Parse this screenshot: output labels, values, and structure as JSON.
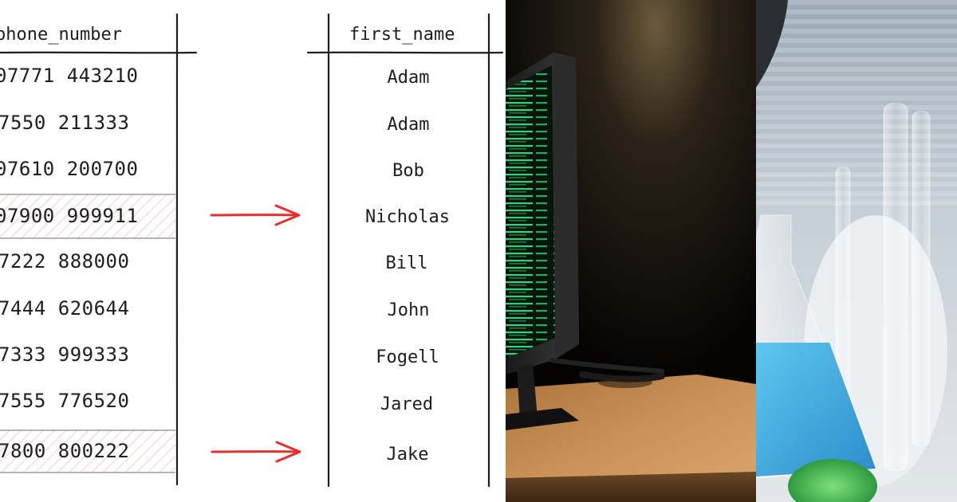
{
  "left_table": {
    "header": "phone_number",
    "rows": [
      {
        "value": "07771 443210",
        "highlighted": false
      },
      {
        "value": "7550 211333",
        "highlighted": false
      },
      {
        "value": "07610 200700",
        "highlighted": false
      },
      {
        "value": "07900 999911",
        "highlighted": true
      },
      {
        "value": "7222 888000",
        "highlighted": false
      },
      {
        "value": "7444 620644",
        "highlighted": false
      },
      {
        "value": "7333 999333",
        "highlighted": false
      },
      {
        "value": "7555 776520",
        "highlighted": false
      },
      {
        "value": "7800 800222",
        "highlighted": true
      }
    ]
  },
  "right_table": {
    "header": "first_name",
    "rows": [
      "Adam",
      "Adam",
      "Bob",
      "Nicholas",
      "Bill",
      "John",
      "Fogell",
      "Jared",
      "Jake"
    ]
  },
  "colors": {
    "ink": "#1e1e1e",
    "arrow": "#e03131",
    "highlight_hatch": "#f3b8b8"
  },
  "photos": {
    "computer_scene": "monitor-with-green-code-on-wooden-desk",
    "lab_scene": "blue-liquid-lab-flasks"
  }
}
